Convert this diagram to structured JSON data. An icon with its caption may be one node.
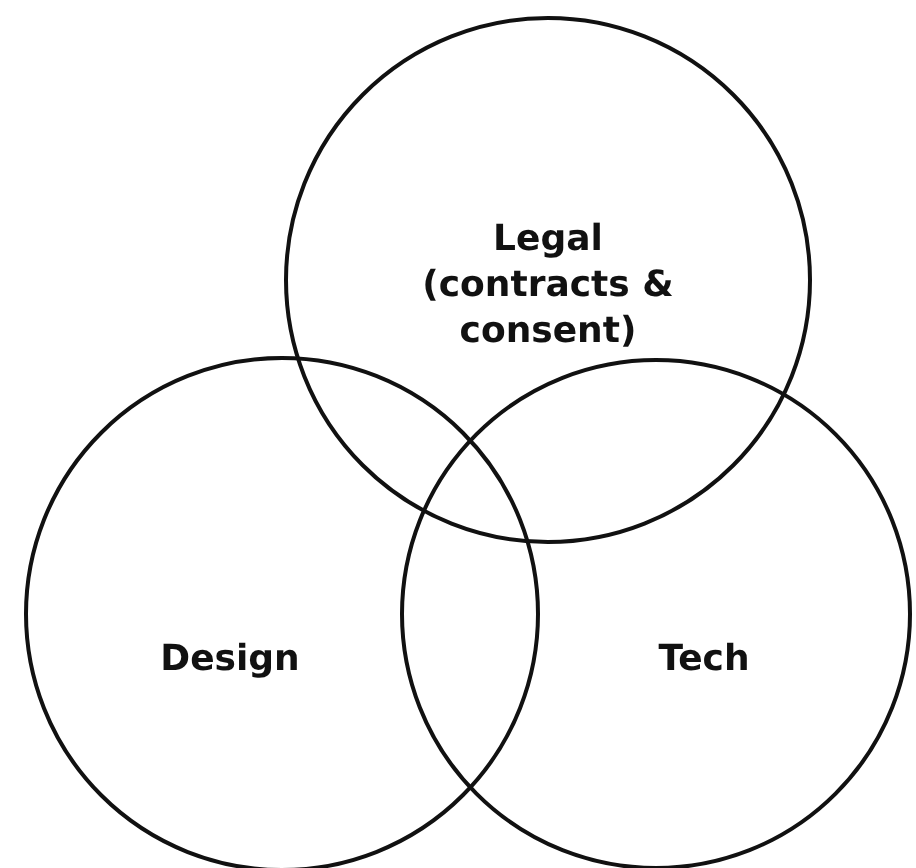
{
  "diagram": {
    "nodes": [
      {
        "text": [
          "Legal (contracts & consent)"
        ]
      },
      {
        "text": [
          "Design"
        ]
      },
      {
        "text": [
          "Tech"
        ]
      }
    ]
  }
}
